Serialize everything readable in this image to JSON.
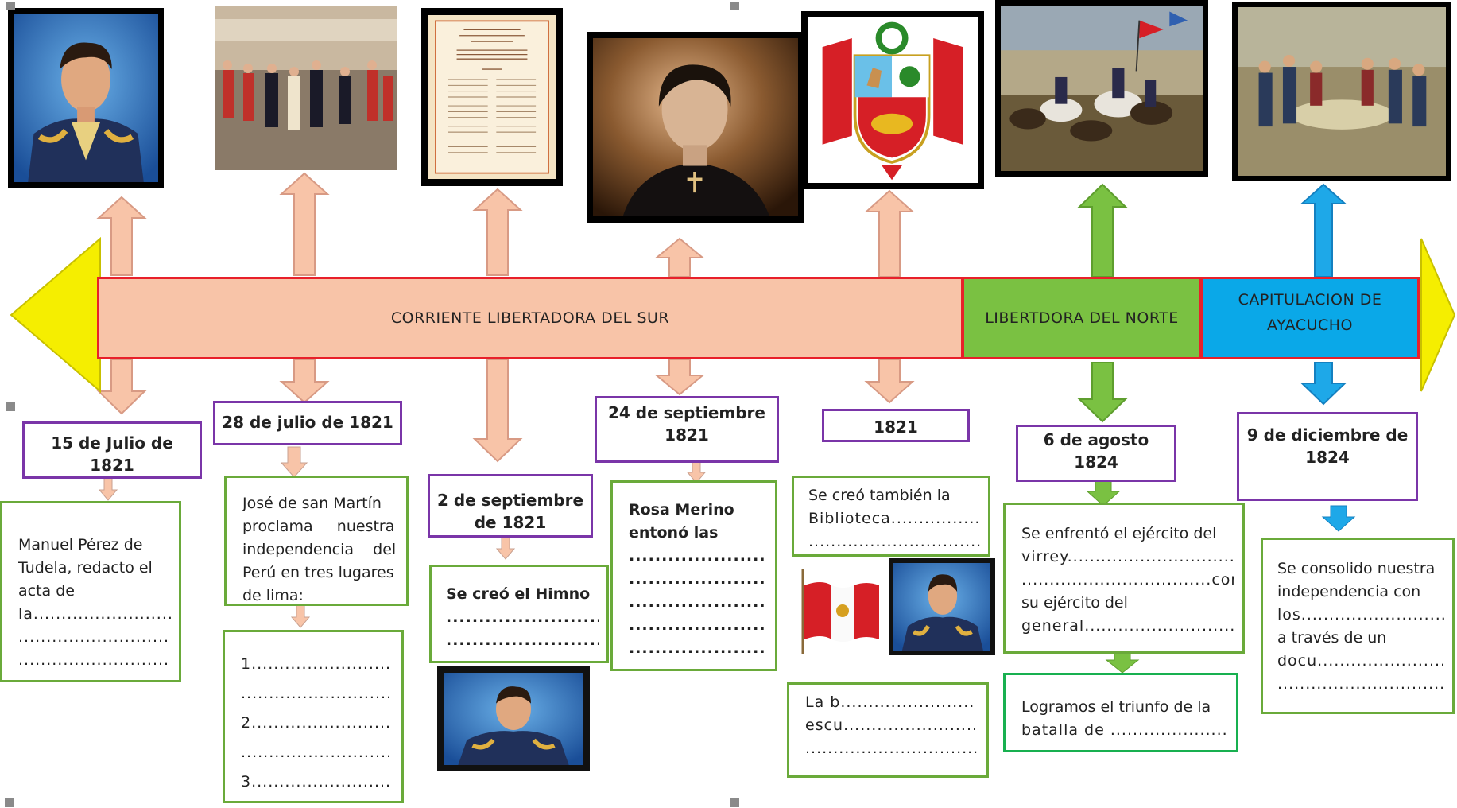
{
  "band": {
    "south": "CORRIENTE LIBERTADORA DEL SUR",
    "north": "LIBERTDORA DEL NORTE",
    "ayacucho_1": "CAPITULACION DE",
    "ayacucho_2": "AYACUCHO"
  },
  "dates": {
    "d1_line1": "15 de Julio de",
    "d1_line2": "1821",
    "d2": "28 de julio de 1821",
    "d3_line1": "2 de septiembre",
    "d3_line2": "de 1821",
    "d4_line1": "24 de septiembre",
    "d4_line2": "1821",
    "d5": "1821",
    "d6_line1": "6 de agosto",
    "d6_line2": "1824",
    "d7_line1": "9 de diciembre de",
    "d7_line2": "1824"
  },
  "notes": {
    "n1": [
      "Manuel Pérez de",
      "Tudela, redacto el",
      "acta de",
      "la.............................",
      "......................................",
      "......................................"
    ],
    "n2": [
      "José de san Martín",
      "proclama     nuestra",
      "independencia    del",
      "Perú en tres lugares",
      "de lima:"
    ],
    "n2_list": [
      "1..............................",
      "...................................",
      "2..............................",
      "........................................",
      "3..............................",
      "........................................"
    ],
    "n3": [
      "Se creó el Himno",
      "...................................",
      "............................."
    ],
    "n4": [
      "Rosa Merino",
      "entonó las",
      ".................................",
      ".................................",
      ".................................",
      ".................................",
      "................................."
    ],
    "n5": [
      "Se creó también la",
      "Biblioteca...................",
      "......................................"
    ],
    "n5b": [
      "La b........................ y el",
      "escu.............................",
      "......................................."
    ],
    "n6": [
      "Se enfrentó el ejército del",
      "virrey...................................",
      "..................................con",
      "su ejército del",
      "general.................................."
    ],
    "n6b": [
      "Logramos el triunfo de la",
      "batalla de ........................."
    ],
    "n7": [
      "Se consolido nuestra",
      "independencia con",
      "los...................................",
      "a través de un",
      "docu..................................",
      "..............................................."
    ]
  },
  "colors": {
    "band_south": "#f8c4a8",
    "band_north": "#7ac142",
    "band_ayacucho": "#0aa8e8",
    "left_arrow": "#f5ee00",
    "arrow_peach": "#f8c4a8",
    "arrow_green": "#7ac142",
    "arrow_blue": "#1ea8e8",
    "date_border": "#7a35a8",
    "note_border": "#6aaa3a"
  },
  "images": [
    "san-martin-portrait",
    "independence-proclamation-painting",
    "national-anthem-document",
    "rosa-merino-portrait",
    "peru-coat-of-arms",
    "battle-of-junin-painting",
    "capitulation-of-ayacucho-painting",
    "peru-flag",
    "san-martin-portrait-small",
    "san-martin-portrait-small-2"
  ]
}
